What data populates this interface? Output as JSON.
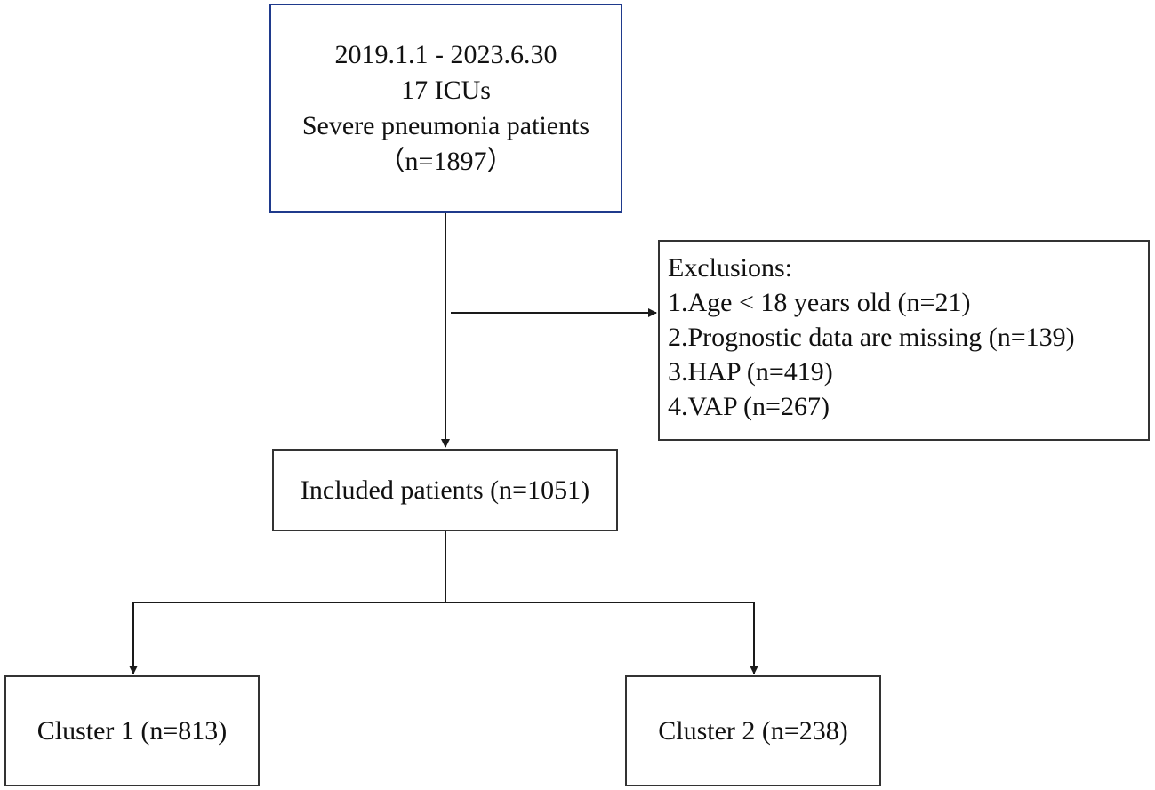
{
  "source": {
    "lines": [
      "2019.1.1 - 2023.6.30",
      "17 ICUs",
      "Severe pneumonia patients",
      "（n=1897）"
    ]
  },
  "exclusions": {
    "title": "Exclusions:",
    "items": [
      "1.Age < 18 years old (n=21)",
      "2.Prognostic data are missing (n=139)",
      "3.HAP (n=419)",
      "4.VAP (n=267)"
    ]
  },
  "included": {
    "label": "Included patients (n=1051)"
  },
  "clusters": [
    {
      "label": "Cluster 1 (n=813)"
    },
    {
      "label": "Cluster 2 (n=238)"
    }
  ],
  "colors": {
    "source_border": "#1f3a8c",
    "border": "#333333",
    "line": "#1a1a1a"
  }
}
